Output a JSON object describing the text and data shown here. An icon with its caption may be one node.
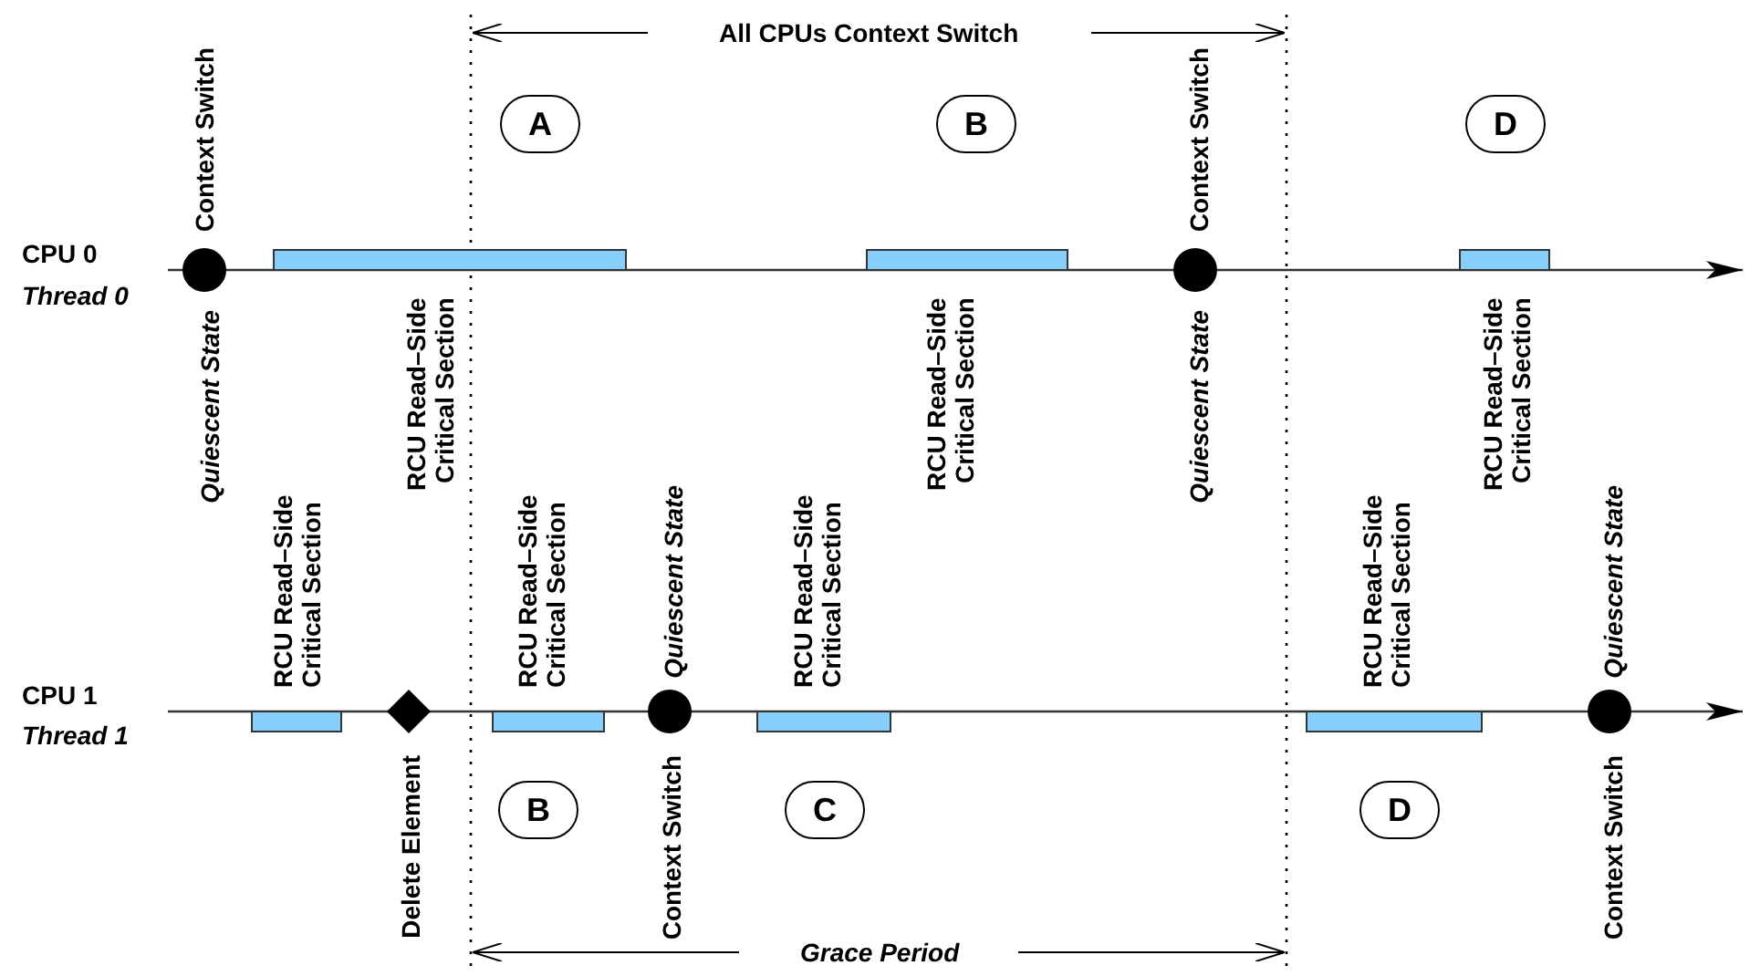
{
  "diagram": {
    "nodes": [
      {
        "text": [
          "A"
        ]
      },
      {
        "text": [
          "B"
        ]
      },
      {
        "text": [
          "D"
        ]
      },
      {
        "text": [
          "B"
        ]
      },
      {
        "text": [
          "C"
        ]
      },
      {
        "text": [
          "D"
        ]
      }
    ],
    "labels": [
      "All CPUs Context Switch",
      "Context Switch",
      "Context Switch",
      "CPU 0",
      "Thread 0",
      "Quiescent State",
      "RCU Read–Side Critical Section",
      "RCU Read–Side Critical Section",
      "Quiescent State",
      "RCU Read–Side Critical Section",
      "RCU Read–Side Critical Section",
      "RCU Read–Side Critical Section",
      "Quiescent State",
      "RCU Read–Side Critical Section",
      "RCU Read–Side Critical Section",
      "Quiescent State",
      "CPU 1",
      "Thread 1",
      "Delete Element",
      "Context Switch",
      "Context Switch",
      "Grace Period"
    ]
  }
}
